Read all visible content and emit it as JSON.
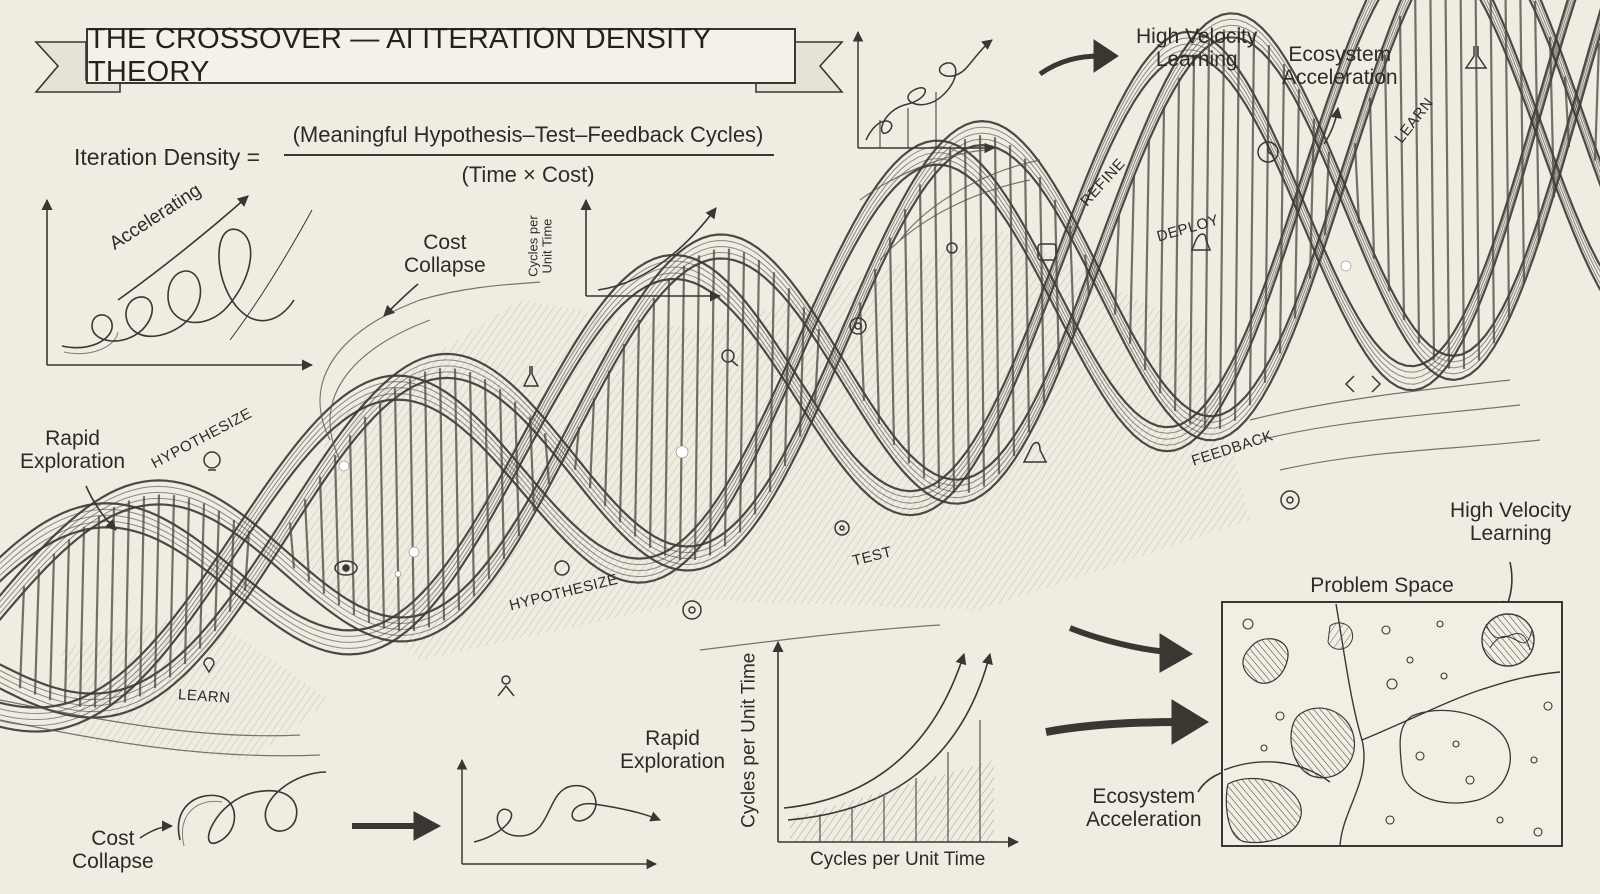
{
  "title": "THE CROSSOVER — AI ITERATION DENSITY THEORY",
  "formula": {
    "lhs": "Iteration Density =",
    "numerator": "(Meaningful Hypothesis–Test–Feedback Cycles)",
    "denominator": "(Time × Cost)"
  },
  "labels": {
    "accelerating": "Accelerating",
    "cost_collapse_top": "Cost\nCollapse",
    "cycles_axis_small": "Cycles per\nUnit Time",
    "rapid_exploration_left": "Rapid\nExploration",
    "high_velocity_top": "High Velocity\nLearning",
    "ecosystem_top": "Ecosystem\nAcceleration",
    "high_velocity_right": "High Velocity\nLearning",
    "problem_space": "Problem Space",
    "ecosystem_bottom": "Ecosystem\nAcceleration",
    "rapid_exploration_bottom": "Rapid\nExploration",
    "cost_collapse_bottom": "Cost\nCollapse",
    "cycles_y_axis": "Cycles per Unit Time",
    "cycles_x_axis": "Cycles per Unit Time"
  },
  "strand_labels": {
    "hypothesize_upper": "HYPOTHESIZE",
    "hypothesize_lower": "HYPOTHESIZE",
    "learn_lower": "LEARN",
    "test": "TEST",
    "refine": "REFINE",
    "deploy": "DEPLOY",
    "feedback": "FEEDBACK",
    "learn_upper": "LEARN"
  },
  "colors": {
    "paper": "#efece2",
    "ink": "#2d2b27",
    "ink_light": "#6f6a60"
  },
  "icons": [
    "lightbulb-icon",
    "gear-icon",
    "magnifier-icon",
    "flask-icon",
    "rocket-icon",
    "code-brackets-icon",
    "eye-icon",
    "person-icon",
    "chat-icon",
    "clock-icon"
  ]
}
